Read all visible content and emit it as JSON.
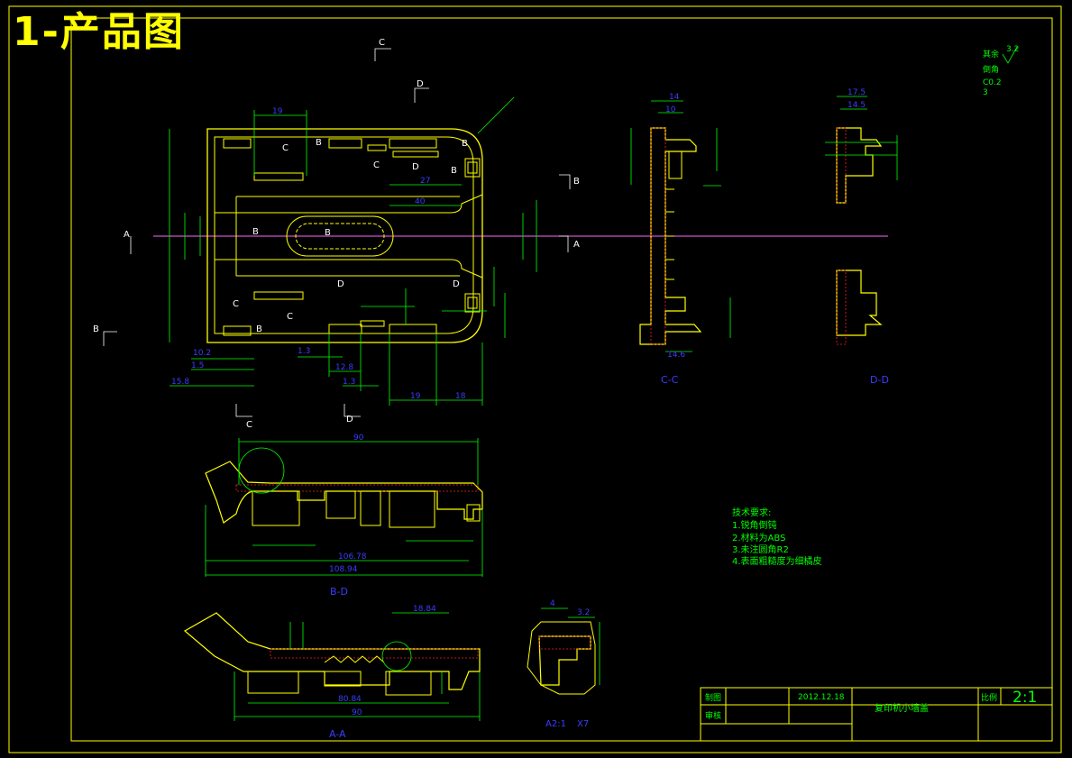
{
  "title": "1-产品图",
  "colors": {
    "outline": "#ffff00",
    "dimension": "#00ff00",
    "label": "#3c3cff",
    "centerline": "#ff66ff",
    "hatch": "#ff2020",
    "note": "#00ff00"
  },
  "section_labels": {
    "cc": "C-C",
    "dd": "D-D",
    "bd": "B-D",
    "aa": "A-A",
    "detail_scale": "A2:1",
    "detail_x": "X7"
  },
  "cut_markers": {
    "c": "C",
    "d": "D",
    "b": "B",
    "a": "A"
  },
  "surface": {
    "rest": "其余",
    "ra": "3.2",
    "chamfer": "倒角",
    "chamfer_value": "C0.2",
    "extra": "3"
  },
  "notes": {
    "heading": "技术要求:",
    "items": [
      "1.锐角倒钝",
      "2.材料为ABS",
      "3.未注圆角R2",
      "4.表面粗糙度为细橘皮"
    ]
  },
  "title_block": {
    "drawn_label": "制图",
    "checked_label": "审核",
    "date": "2012.12.18",
    "part_name": "复印机小墙盖",
    "scale_label": "比例",
    "scale_value": "2:1"
  },
  "dims": {
    "top_19": "19",
    "top_27": "27",
    "top_40": "40",
    "left_10_2": "10.2",
    "left_1_5": "1.5",
    "left_15_8": "15.8",
    "bot_1_3": "1.3",
    "bot_12_8": "12.8",
    "bot_1_3b": "1.3",
    "bot_19": "19",
    "bot_18": "18",
    "cc_14": "14",
    "cc_10": "10",
    "cc_14_6": "14.6",
    "dd_17_5": "17.5",
    "dd_14_5": "14.5",
    "bd_90": "90",
    "bd_106_78": "106.78",
    "bd_108_94": "108.94",
    "aa_18_84": "18.84",
    "aa_80_84": "80.84",
    "aa_90": "90",
    "det_4": "4",
    "det_3_2": "3.2"
  }
}
